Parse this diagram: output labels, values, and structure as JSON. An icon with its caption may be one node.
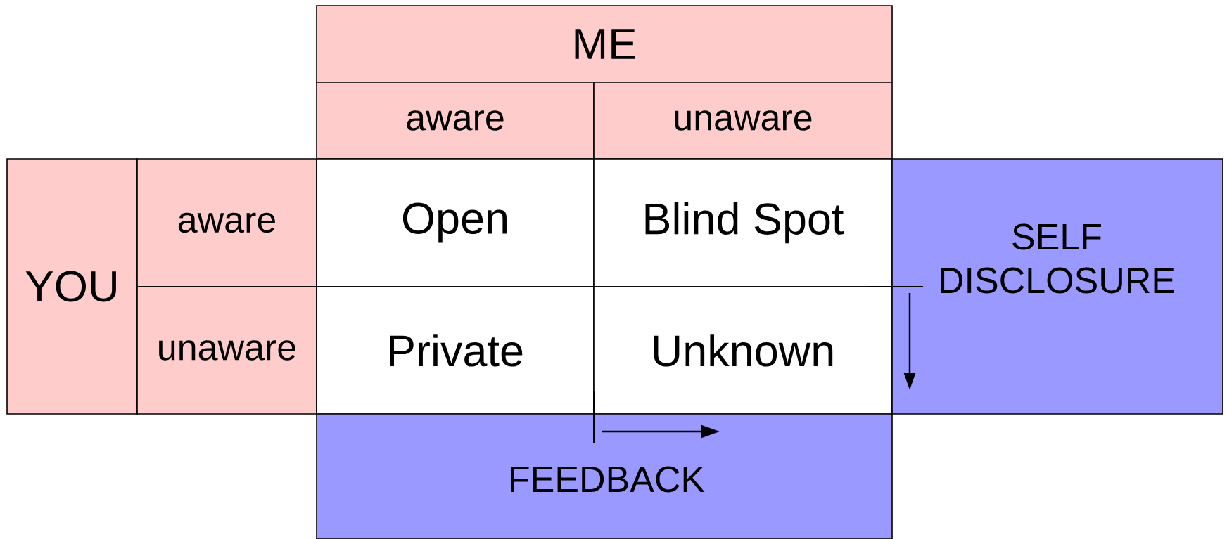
{
  "diagram": {
    "nodes": [
      {
        "text": [
          "ME"
        ]
      },
      {
        "text": [
          "aware"
        ]
      },
      {
        "text": [
          "unaware"
        ]
      },
      {
        "text": [
          "YOU"
        ]
      },
      {
        "text": [
          "aware"
        ]
      },
      {
        "text": [
          "unaware"
        ]
      },
      {
        "text": [
          "Open"
        ]
      },
      {
        "text": [
          "Blind Spot"
        ]
      },
      {
        "text": [
          "Private"
        ]
      },
      {
        "text": [
          "Unknown"
        ]
      },
      {
        "text": [
          "SELF DISCLOSURE"
        ]
      },
      {
        "text": [
          "FEEDBACK"
        ]
      }
    ]
  }
}
